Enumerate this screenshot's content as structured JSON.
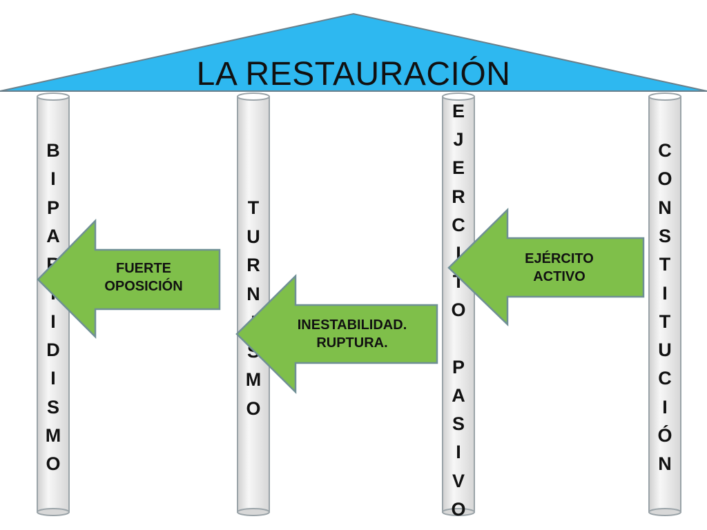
{
  "title": "LA RESTAURACIÓN",
  "columns": [
    {
      "label": "BIPARTIDISMO",
      "letters": [
        "B",
        "I",
        "P",
        "A",
        "R",
        "T",
        "I",
        "D",
        "I",
        "S",
        "M",
        "O"
      ]
    },
    {
      "label": "TURNISMO",
      "letters": [
        "T",
        "U",
        "R",
        "N",
        "I",
        "S",
        "M",
        "O"
      ]
    },
    {
      "label": "EJERCITO PASIVO",
      "letters": [
        "E",
        "J",
        "E",
        "R",
        "C",
        "I",
        "T",
        "O",
        "",
        "P",
        "A",
        "S",
        "I",
        "V",
        "O"
      ]
    },
    {
      "label": "CONSTITUCIÓN",
      "letters": [
        "C",
        "O",
        "N",
        "S",
        "T",
        "I",
        "T",
        "U",
        "C",
        "I",
        "Ó",
        "N"
      ]
    }
  ],
  "arrows": [
    {
      "lines": [
        "FUERTE",
        "OPOSICIÓN"
      ]
    },
    {
      "lines": [
        "INESTABILIDAD.",
        "RUPTURA."
      ]
    },
    {
      "lines": [
        "EJÉRCITO",
        "ACTIVO"
      ]
    }
  ],
  "colors": {
    "roof": "#2eb8f0",
    "roof_stroke": "#6a7f8a",
    "column_fill": "#e8e8e8",
    "column_stroke": "#9aa3a8",
    "arrow_fill": "#7fbf4a",
    "arrow_stroke": "#6f8f95"
  }
}
